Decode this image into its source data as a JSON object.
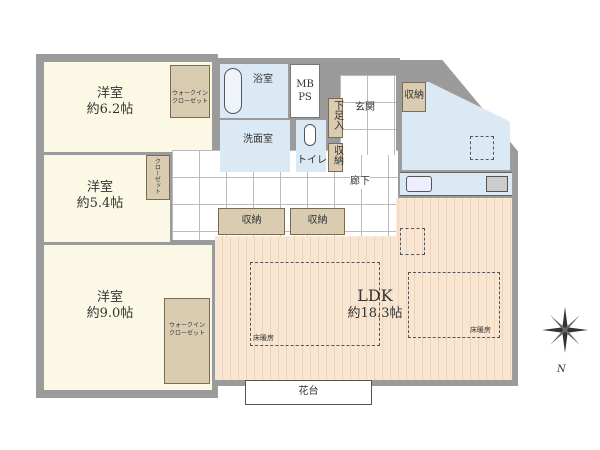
{
  "rooms": {
    "bedroom1": {
      "name": "洋室",
      "size": "約6.2帖"
    },
    "bedroom2": {
      "name": "洋室",
      "size": "約5.4帖"
    },
    "bedroom3": {
      "name": "洋室",
      "size": "約9.0帖"
    },
    "wic1": "ウォークイン\nクローゼット",
    "wic2": "ウォークイン\nクローゼット",
    "closet": "クローゼット",
    "bath": "浴室",
    "mbps": "MB\nPS",
    "washroom": "洗面室",
    "toilet": "トイレ",
    "shoe": "下足入",
    "storage_small": "収納",
    "entrance": "玄関",
    "entry_storage": "収納",
    "corridor": "廊下",
    "storage1": "収納",
    "storage2": "収納",
    "ldk": {
      "name": "LDK",
      "size": "約18.3帖"
    },
    "floor_heat1": "床暖房",
    "floor_heat2": "床暖房",
    "flower": "花台"
  },
  "compass": {
    "north": "N"
  }
}
